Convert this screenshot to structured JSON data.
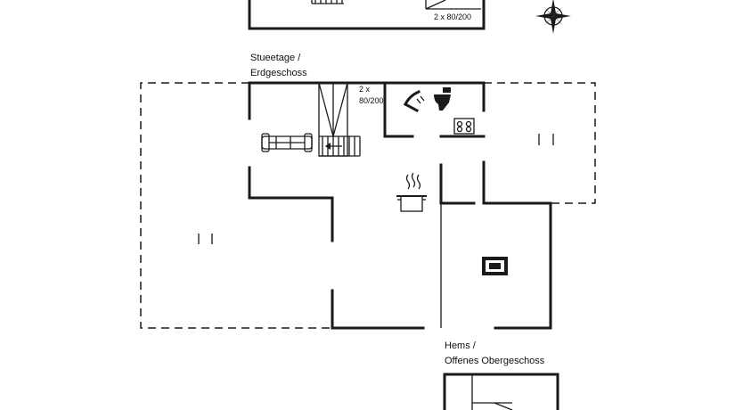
{
  "floors": {
    "ground": {
      "label_line1": "Stueetage /",
      "label_line2": "Erdgeschoss"
    },
    "loft": {
      "label_line1": "Hems /",
      "label_line2": "Offenes Obergeschoss"
    }
  },
  "beds": {
    "top_floor_bed": "2 x 80/200",
    "ground_bed_line1": "2 x",
    "ground_bed_line2": "80/200"
  },
  "compass": {
    "icon": "compass-rose-icon"
  },
  "icons": [
    "sofa-icon",
    "shower-icon",
    "toilet-icon",
    "stove-icon",
    "cooking-pot-icon",
    "tv-icon",
    "stairs-icon"
  ]
}
